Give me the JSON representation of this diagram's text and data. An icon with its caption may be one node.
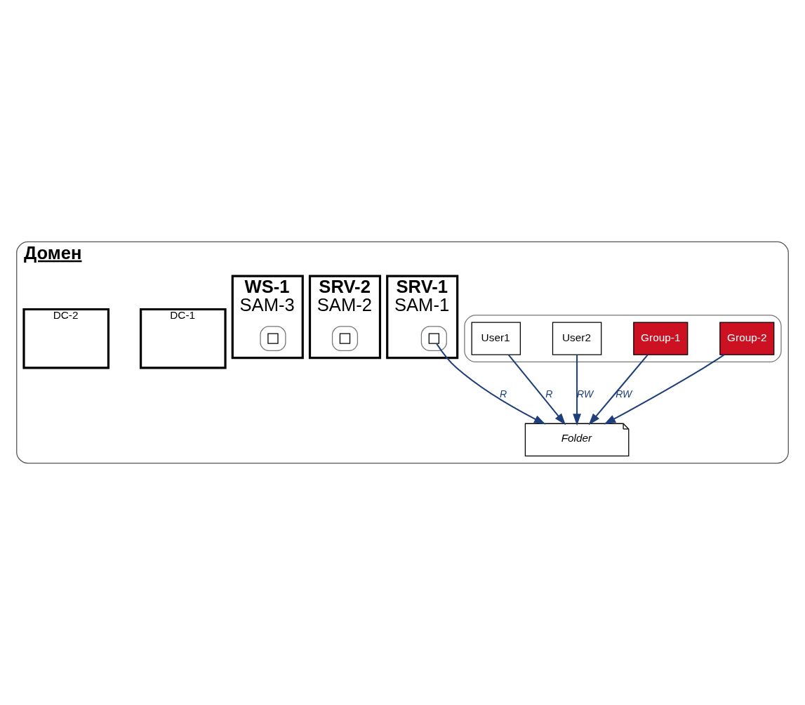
{
  "diagram": {
    "nodes": [
      {
        "text": [
          "Домен"
        ]
      },
      {
        "text": [
          "DC-1"
        ],
        "in": 0
      },
      {
        "text": [
          "DC-2"
        ],
        "in": 0
      },
      {
        "text": [],
        "shape": "ellipse",
        "in": 0
      },
      {
        "text": [
          "User1"
        ],
        "in": 3
      },
      {
        "text": [
          "User2"
        ],
        "in": 3
      },
      {
        "text": [
          "Group-1"
        ],
        "in": 3
      },
      {
        "text": [
          "Group-2"
        ],
        "in": 3
      },
      {
        "text": [
          "SRV-1",
          "SAM-1"
        ],
        "in": 0
      },
      {
        "text": [],
        "shape": "ellipse",
        "in": 8
      },
      {
        "text": [],
        "shape": "box",
        "in": 9
      },
      {
        "text": [
          "Folder"
        ],
        "in": 0
      },
      {
        "text": [
          "SRV-2",
          "SAM-2"
        ],
        "in": 0
      },
      {
        "text": [],
        "shape": "ellipse",
        "in": 12
      },
      {
        "text": [],
        "shape": "box",
        "in": 13
      },
      {
        "text": [
          "WS-1",
          "SAM-3"
        ],
        "in": 0
      },
      {
        "text": [],
        "shape": "ellipse",
        "in": 15
      },
      {
        "text": [],
        "shape": "box",
        "in": 16
      }
    ],
    "edges": [
      {
        "from": 4,
        "to": 11,
        "arrow": "to",
        "label": "R"
      },
      {
        "from": 5,
        "to": 11,
        "arrow": "to",
        "label": "RW"
      },
      {
        "from": 6,
        "to": 11,
        "arrow": "to",
        "label": "RW"
      },
      {
        "from": 7,
        "to": 11,
        "arrow": "to"
      },
      {
        "from": 10,
        "to": 11,
        "arrow": "to",
        "label": "R"
      }
    ]
  }
}
